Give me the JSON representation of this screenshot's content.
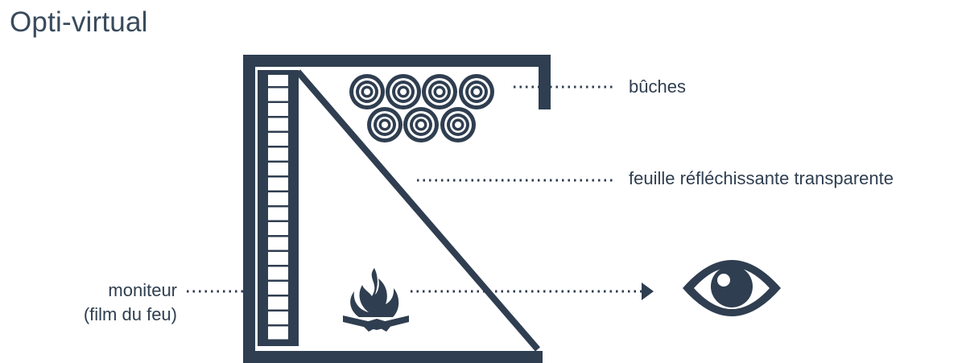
{
  "title": "Opti-virtual",
  "labels": {
    "logs": "bûches",
    "reflective_film": "feuille réfléchissante transparente",
    "monitor_line1": "moniteur",
    "monitor_line2": "(film du feu)"
  },
  "icons": {
    "logs": "log-end-icon",
    "fire": "fire-icon",
    "eye": "eye-icon",
    "monitor": "film-strip-monitor-icon"
  },
  "colors": {
    "primary": "#2f3e50",
    "background": "#ffffff"
  }
}
